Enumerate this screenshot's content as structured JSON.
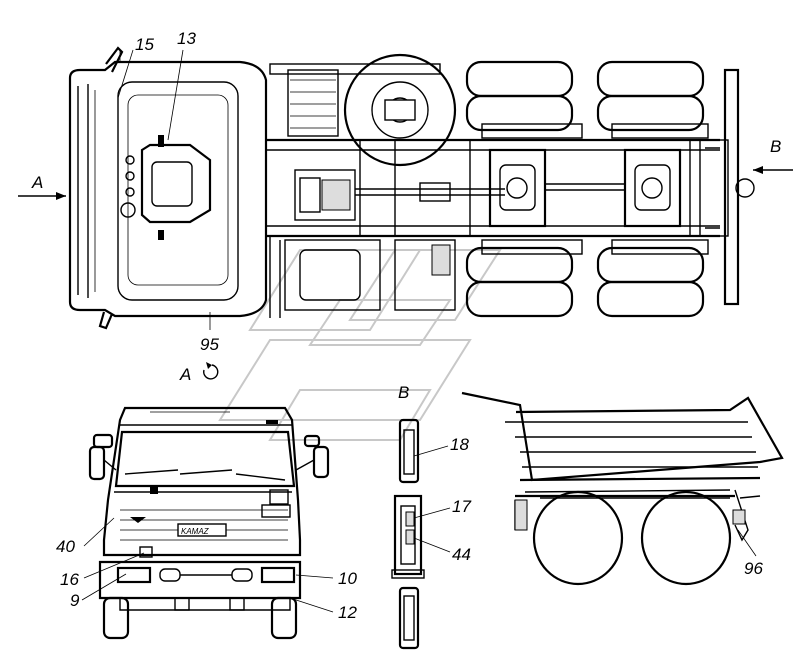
{
  "labels": {
    "n15": "15",
    "n13": "13",
    "n95": "95",
    "n40": "40",
    "n16": "16",
    "n9": "9",
    "n10": "10",
    "n12": "12",
    "n18": "18",
    "n17": "17",
    "n44": "44",
    "n96": "96"
  },
  "views": {
    "arrow_a": "A",
    "arrow_b": "B",
    "view_a": "A",
    "view_b": "B"
  },
  "colors": {
    "ink": "#000000",
    "paper": "#ffffff",
    "watermark": "#c8c8c8"
  }
}
